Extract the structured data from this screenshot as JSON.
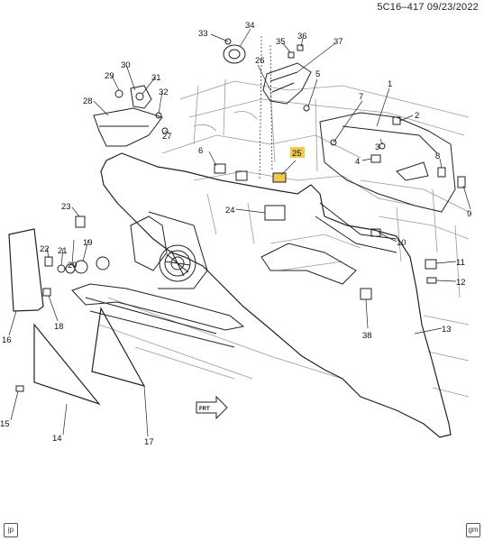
{
  "header": {
    "ref": "5C16–417  09/23/2022"
  },
  "corner_left": "jp",
  "corner_right": "gm",
  "fwd_label": "FRT",
  "highlight_color": "#f2c94c",
  "callouts": {
    "n1": "1",
    "n2": "2",
    "n3": "3",
    "n4": "4",
    "n5": "5",
    "n6": "6",
    "n7": "7",
    "n8": "8",
    "n9": "9",
    "n10": "10",
    "n11": "11",
    "n12": "12",
    "n13": "13",
    "n14": "14",
    "n15": "15",
    "n16": "16",
    "n17": "17",
    "n18": "18",
    "n19": "19",
    "n20": "20",
    "n21": "21",
    "n22": "22",
    "n23": "23",
    "n24": "24",
    "n25": "25",
    "n26": "26",
    "n27": "27",
    "n28": "28",
    "n29": "29",
    "n30": "30",
    "n31": "31",
    "n32": "32",
    "n33": "33",
    "n34": "34",
    "n35": "35",
    "n36": "36",
    "n37": "37",
    "n38": "38"
  }
}
